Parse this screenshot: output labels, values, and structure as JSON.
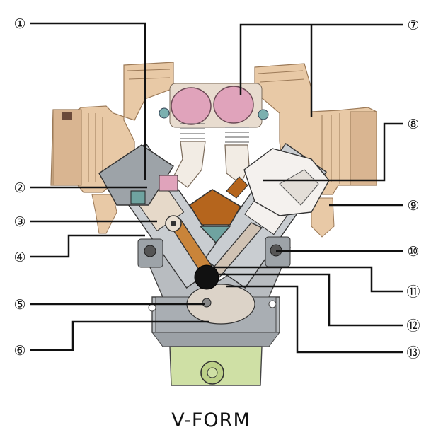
{
  "diagram": {
    "caption": "V-FORM",
    "callouts": [
      {
        "id": "1",
        "label": "①"
      },
      {
        "id": "2",
        "label": "②"
      },
      {
        "id": "3",
        "label": "③"
      },
      {
        "id": "4",
        "label": "④"
      },
      {
        "id": "5",
        "label": "⑤"
      },
      {
        "id": "6",
        "label": "⑥"
      },
      {
        "id": "7",
        "label": "⑦"
      },
      {
        "id": "8",
        "label": "⑧"
      },
      {
        "id": "9",
        "label": "⑨"
      },
      {
        "id": "10",
        "label": "⑩"
      },
      {
        "id": "11",
        "label": "⑪"
      },
      {
        "id": "12",
        "label": "⑫"
      },
      {
        "id": "13",
        "label": "⑬"
      }
    ],
    "colors": {
      "turbo": "#e8c9a6",
      "turbo_dark": "#b99572",
      "air_cooler": "#e0a3bb",
      "cylinder_head": "#9da3a8",
      "piston": "#d8ccc0",
      "crown": "#b5651d",
      "conrod": "#c9843a",
      "crankshaft": "#111111",
      "sump": "#cfe0a5",
      "crankcase": "#b8bcc0",
      "teal": "#6fa3a0"
    }
  }
}
